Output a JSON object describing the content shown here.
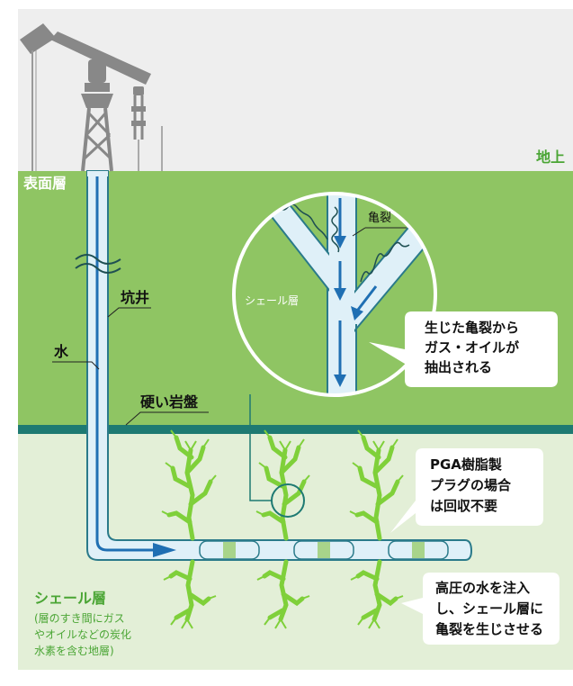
{
  "labels": {
    "ground": "地上",
    "surface_layer": "表面層",
    "well": "坑井",
    "water": "水",
    "hard_rock": "硬い岩盤",
    "crack": "亀裂",
    "shale_layer_zoom": "シェール層",
    "shale_layer_title": "シェール層",
    "shale_layer_desc": [
      "(層のすき間にガス",
      "やオイルなどの炭化",
      "水素を含む地層)"
    ]
  },
  "callouts": {
    "extraction": [
      "生じた亀裂から",
      "ガス・オイルが",
      "抽出される"
    ],
    "pga_plug": [
      "PGA樹脂製",
      "プラグの場合",
      "は回収不要"
    ],
    "injection": [
      "高圧の水を注入",
      "し、シェール層に",
      "亀裂を生じさせる"
    ]
  },
  "colors": {
    "sky": "#eeeeee",
    "upper_ground": "#8fc563",
    "lower_ground": "#e3efd7",
    "hard_rock_band": "#1e7a72",
    "pipe_fill": "#dff0f8",
    "pipe_outline": "#2a7a8a",
    "flow_arrow": "#1f6fb3",
    "fracture_green": "#7fd03a",
    "label_green": "#4aa534",
    "rig_gray": "#888888"
  }
}
